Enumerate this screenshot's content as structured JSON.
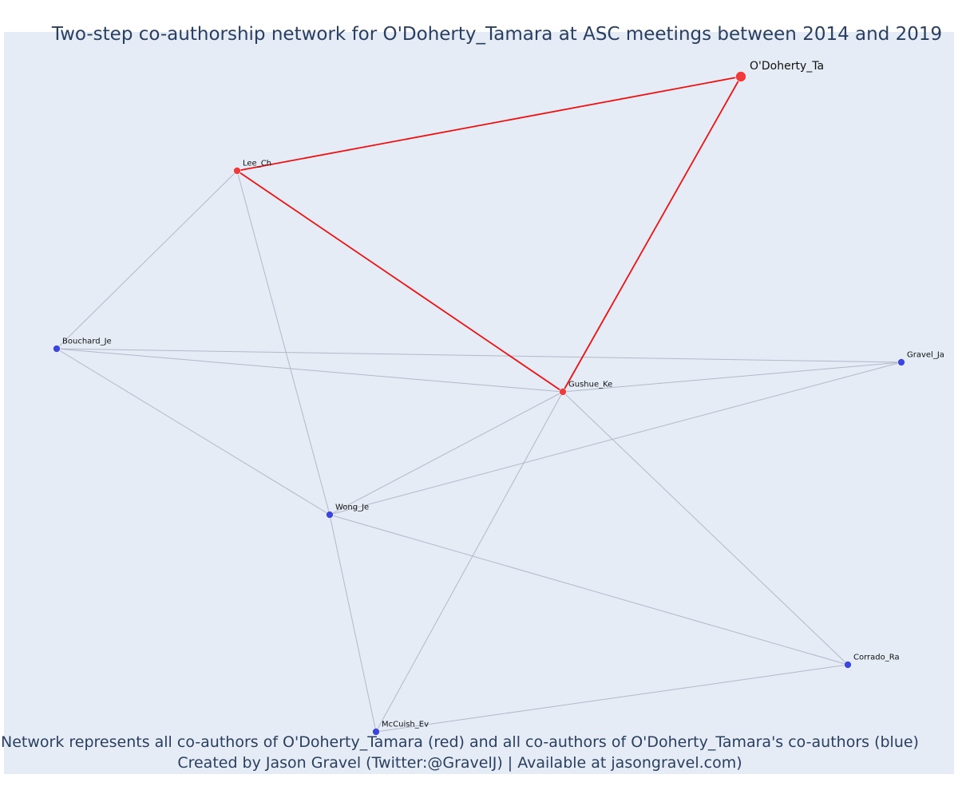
{
  "title": "Two-step co-authorship network for O'Doherty_Tamara at ASC meetings between 2014 and 2019",
  "caption_line1": "Network represents all co-authors of O'Doherty_Tamara (red) and all co-authors of O'Doherty_Tamara's co-authors (blue)",
  "caption_line2": "Created by Jason Gravel (Twitter:@GravelJ) | Available at jasongravel.com)",
  "colors": {
    "focal": "#ef3b3b",
    "coauthor": "#ef3b3b",
    "second_degree": "#3b45e0",
    "focal_edge": "#ee1111",
    "other_edge": "#b3b8c8",
    "background": "#e5ecf6"
  },
  "nodes": [
    {
      "id": "O'Doherty_Ta",
      "group": "focal"
    },
    {
      "id": "Lee_Ch",
      "group": "coauthor"
    },
    {
      "id": "Gushue_Ke",
      "group": "coauthor"
    },
    {
      "id": "Bouchard_Je",
      "group": "second_degree"
    },
    {
      "id": "Gravel_Ja",
      "group": "second_degree"
    },
    {
      "id": "Wong_Je",
      "group": "second_degree"
    },
    {
      "id": "Corrado_Ra",
      "group": "second_degree"
    },
    {
      "id": "McCuish_Ev",
      "group": "second_degree"
    }
  ],
  "edges": [
    {
      "source": "O'Doherty_Ta",
      "target": "Lee_Ch",
      "type": "focal"
    },
    {
      "source": "O'Doherty_Ta",
      "target": "Gushue_Ke",
      "type": "focal"
    },
    {
      "source": "Lee_Ch",
      "target": "Gushue_Ke",
      "type": "focal"
    },
    {
      "source": "Lee_Ch",
      "target": "Bouchard_Je",
      "type": "other"
    },
    {
      "source": "Lee_Ch",
      "target": "Wong_Je",
      "type": "other"
    },
    {
      "source": "Bouchard_Je",
      "target": "Gravel_Ja",
      "type": "other"
    },
    {
      "source": "Bouchard_Je",
      "target": "Gushue_Ke",
      "type": "other"
    },
    {
      "source": "Bouchard_Je",
      "target": "Wong_Je",
      "type": "other"
    },
    {
      "source": "Gushue_Ke",
      "target": "Gravel_Ja",
      "type": "other"
    },
    {
      "source": "Gushue_Ke",
      "target": "Wong_Je",
      "type": "other"
    },
    {
      "source": "Gushue_Ke",
      "target": "McCuish_Ev",
      "type": "other"
    },
    {
      "source": "Gushue_Ke",
      "target": "Corrado_Ra",
      "type": "other"
    },
    {
      "source": "Wong_Je",
      "target": "Gravel_Ja",
      "type": "other"
    },
    {
      "source": "Wong_Je",
      "target": "Corrado_Ra",
      "type": "other"
    },
    {
      "source": "Wong_Je",
      "target": "McCuish_Ev",
      "type": "other"
    },
    {
      "source": "McCuish_Ev",
      "target": "Corrado_Ra",
      "type": "other"
    }
  ]
}
